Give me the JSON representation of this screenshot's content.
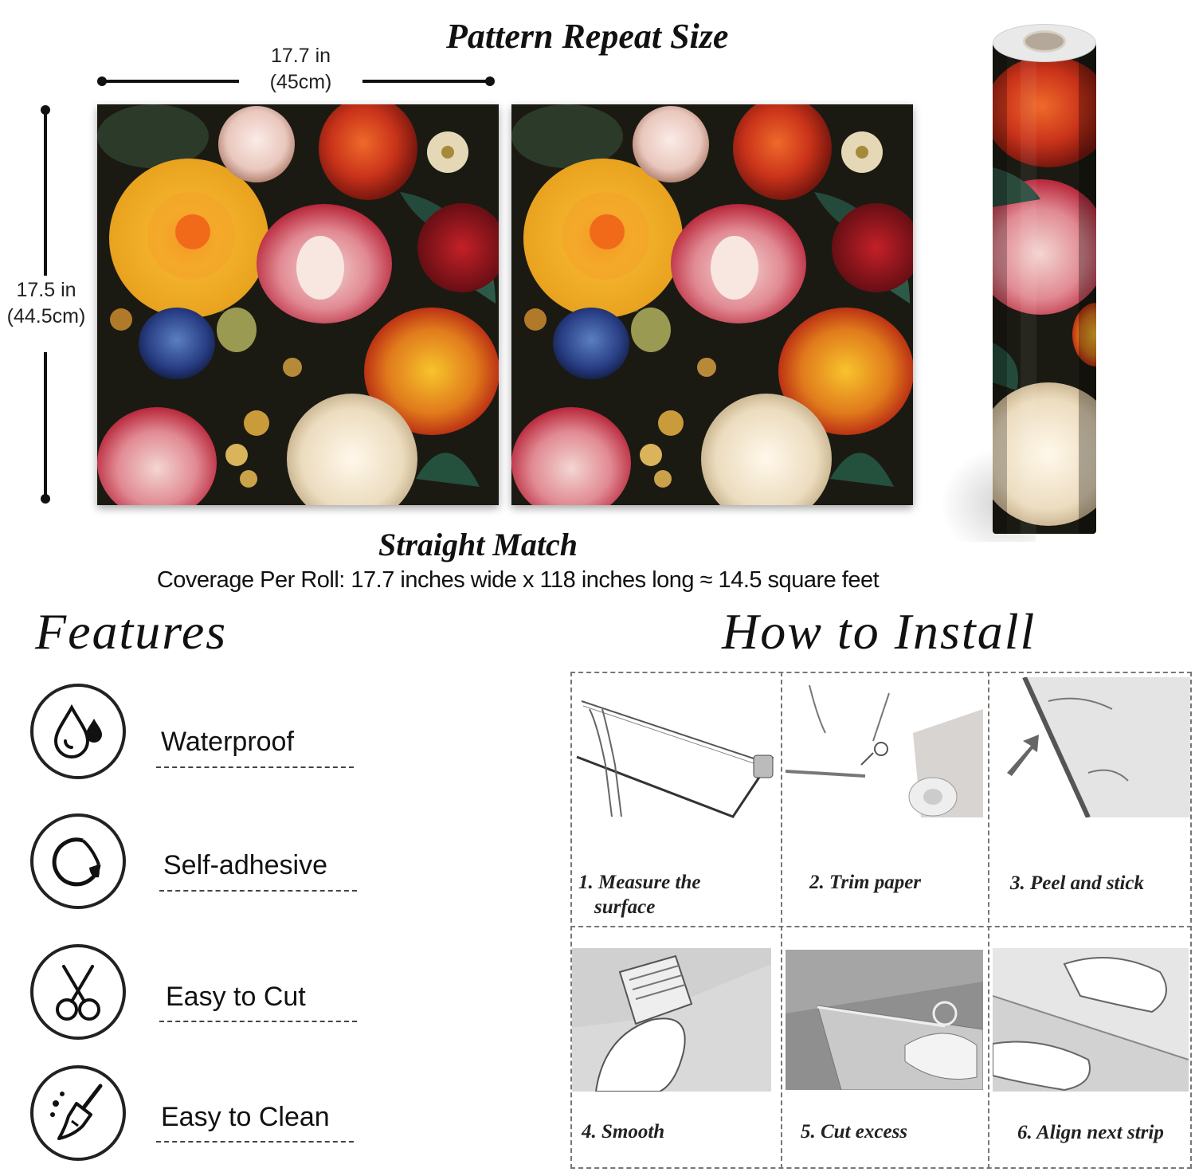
{
  "pattern": {
    "title": "Pattern Repeat Size",
    "width_in": "17.7 in",
    "width_cm": "(45cm)",
    "height_in": "17.5 in",
    "height_cm": "(44.5cm)",
    "match": "Straight Match",
    "coverage": "Coverage Per Roll: 17.7 inches wide x 118 inches long ≈ 14.5 square feet"
  },
  "features": {
    "title": "Features",
    "items": [
      {
        "label": "Waterproof",
        "icon": "water-drops-icon"
      },
      {
        "label": "Self-adhesive",
        "icon": "peel-sticker-icon"
      },
      {
        "label": "Easy to Cut",
        "icon": "scissors-icon"
      },
      {
        "label": "Easy to Clean",
        "icon": "broom-icon"
      }
    ]
  },
  "install": {
    "title": "How to Install",
    "steps": [
      {
        "line1": "1. Measure the",
        "line2": "surface"
      },
      {
        "line1": "2. Trim paper",
        "line2": ""
      },
      {
        "line1": "3. Peel and stick",
        "line2": ""
      },
      {
        "line1": "4. Smooth",
        "line2": ""
      },
      {
        "line1": "5. Cut excess",
        "line2": ""
      },
      {
        "line1": "6. Align next strip",
        "line2": ""
      }
    ]
  },
  "colors": {
    "background": "#ffffff",
    "floral_background": "#1b1a12",
    "text": "#111111"
  }
}
